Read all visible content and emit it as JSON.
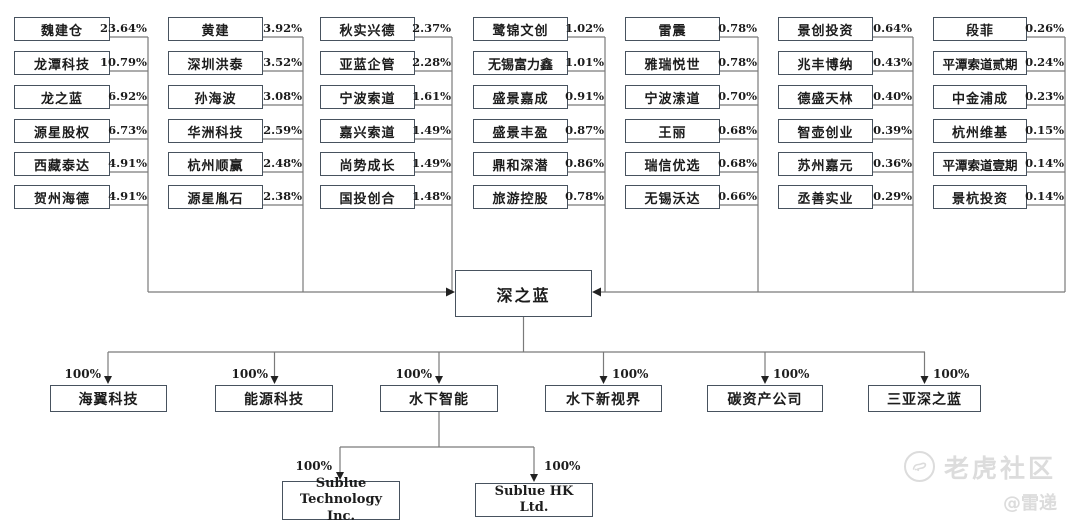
{
  "company": {
    "name": "深之蓝"
  },
  "shareholder_columns": [
    {
      "items": [
        {
          "name": "魏建仓",
          "pct": "23.64%"
        },
        {
          "name": "龙潭科技",
          "pct": "10.79%"
        },
        {
          "name": "龙之蓝",
          "pct": "6.92%"
        },
        {
          "name": "源星股权",
          "pct": "6.73%"
        },
        {
          "name": "西藏泰达",
          "pct": "4.91%"
        },
        {
          "name": "贺州海德",
          "pct": "4.91%"
        }
      ]
    },
    {
      "items": [
        {
          "name": "黄建",
          "pct": "3.92%"
        },
        {
          "name": "深圳洪泰",
          "pct": "3.52%"
        },
        {
          "name": "孙海波",
          "pct": "3.08%"
        },
        {
          "name": "华洲科技",
          "pct": "2.59%"
        },
        {
          "name": "杭州顺赢",
          "pct": "2.48%"
        },
        {
          "name": "源星胤石",
          "pct": "2.38%"
        }
      ]
    },
    {
      "items": [
        {
          "name": "秋实兴德",
          "pct": "2.37%"
        },
        {
          "name": "亚蓝企管",
          "pct": "2.28%"
        },
        {
          "name": "宁波索道",
          "pct": "1.61%"
        },
        {
          "name": "嘉兴索道",
          "pct": "1.49%"
        },
        {
          "name": "尚势成长",
          "pct": "1.49%"
        },
        {
          "name": "国投创合",
          "pct": "1.48%"
        }
      ]
    },
    {
      "items": [
        {
          "name": "鹭锦文创",
          "pct": "1.02%"
        },
        {
          "name": "无锡富力鑫",
          "pct": "1.01%"
        },
        {
          "name": "盛景嘉成",
          "pct": "0.91%"
        },
        {
          "name": "盛景丰盈",
          "pct": "0.87%"
        },
        {
          "name": "鼎和深潜",
          "pct": "0.86%"
        },
        {
          "name": "旅游控股",
          "pct": "0.78%"
        }
      ]
    },
    {
      "items": [
        {
          "name": "雷震",
          "pct": "0.78%"
        },
        {
          "name": "雅瑞悦世",
          "pct": "0.78%"
        },
        {
          "name": "宁波溹道",
          "pct": "0.70%"
        },
        {
          "name": "王丽",
          "pct": "0.68%"
        },
        {
          "name": "瑞信优选",
          "pct": "0.68%"
        },
        {
          "name": "无锡沃达",
          "pct": "0.66%"
        }
      ]
    },
    {
      "items": [
        {
          "name": "景创投资",
          "pct": "0.64%"
        },
        {
          "name": "兆丰博纳",
          "pct": "0.43%"
        },
        {
          "name": "德盛天林",
          "pct": "0.40%"
        },
        {
          "name": "智壶创业",
          "pct": "0.39%"
        },
        {
          "name": "苏州嘉元",
          "pct": "0.36%"
        },
        {
          "name": "丞善实业",
          "pct": "0.29%"
        }
      ]
    },
    {
      "items": [
        {
          "name": "段菲",
          "pct": "0.26%"
        },
        {
          "name": "平潭索道贰期",
          "pct": "0.24%"
        },
        {
          "name": "中金浦成",
          "pct": "0.23%"
        },
        {
          "name": "杭州维基",
          "pct": "0.15%"
        },
        {
          "name": "平潭索道壹期",
          "pct": "0.14%"
        },
        {
          "name": "景杭投资",
          "pct": "0.14%"
        }
      ]
    }
  ],
  "subsidiaries": [
    {
      "name": "海翼科技",
      "pct": "100%"
    },
    {
      "name": "能源科技",
      "pct": "100%"
    },
    {
      "name": "水下智能",
      "pct": "100%"
    },
    {
      "name": "水下新视界",
      "pct": "100%"
    },
    {
      "name": "碳资产公司",
      "pct": "100%"
    },
    {
      "name": "三亚深之蓝",
      "pct": "100%"
    }
  ],
  "overseas_subsidiaries": [
    {
      "name": "Sublue Technology Inc.",
      "pct": "100%"
    },
    {
      "name": "Sublue HK Ltd.",
      "pct": "100%"
    }
  ],
  "watermark": {
    "brand": "老虎社区",
    "author": "@雷递",
    "icon": "tiger-logo"
  },
  "colors": {
    "box_border": "#47525e",
    "line": "#7a7a7a",
    "arrow": "#222222",
    "text": "#1c1c1c",
    "watermark": "#dcdcdc",
    "background": "#ffffff"
  }
}
